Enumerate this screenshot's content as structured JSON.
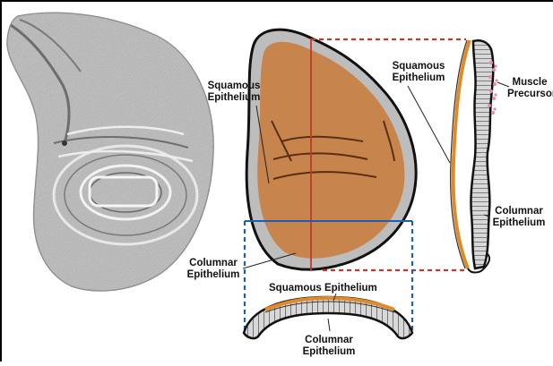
{
  "labels": {
    "squamous_top_center": [
      "Squamous",
      "Epithelium"
    ],
    "columnar_left": [
      "Columnar",
      "Epithelium"
    ],
    "squamous_right": [
      "Squamous",
      "Epithelium"
    ],
    "muscle_precursor": [
      "Muscle",
      "Precursor"
    ],
    "columnar_right": [
      "Columnar",
      "Epithelium"
    ],
    "squamous_bottom": "Squamous Epithelium",
    "columnar_bottom": [
      "Columnar",
      "Epithelium"
    ]
  },
  "colors": {
    "disc_fill": "#c8844d",
    "outline_gray": "#bdbdbd",
    "squamous_orange": "#e08a2a",
    "ap_line": "#c0392b",
    "dv_line": "#1a5fb4",
    "dashed_red": "#c0392b",
    "dashed_blue": "#1a5fb4",
    "muscle_pink": "#e88aa8"
  }
}
